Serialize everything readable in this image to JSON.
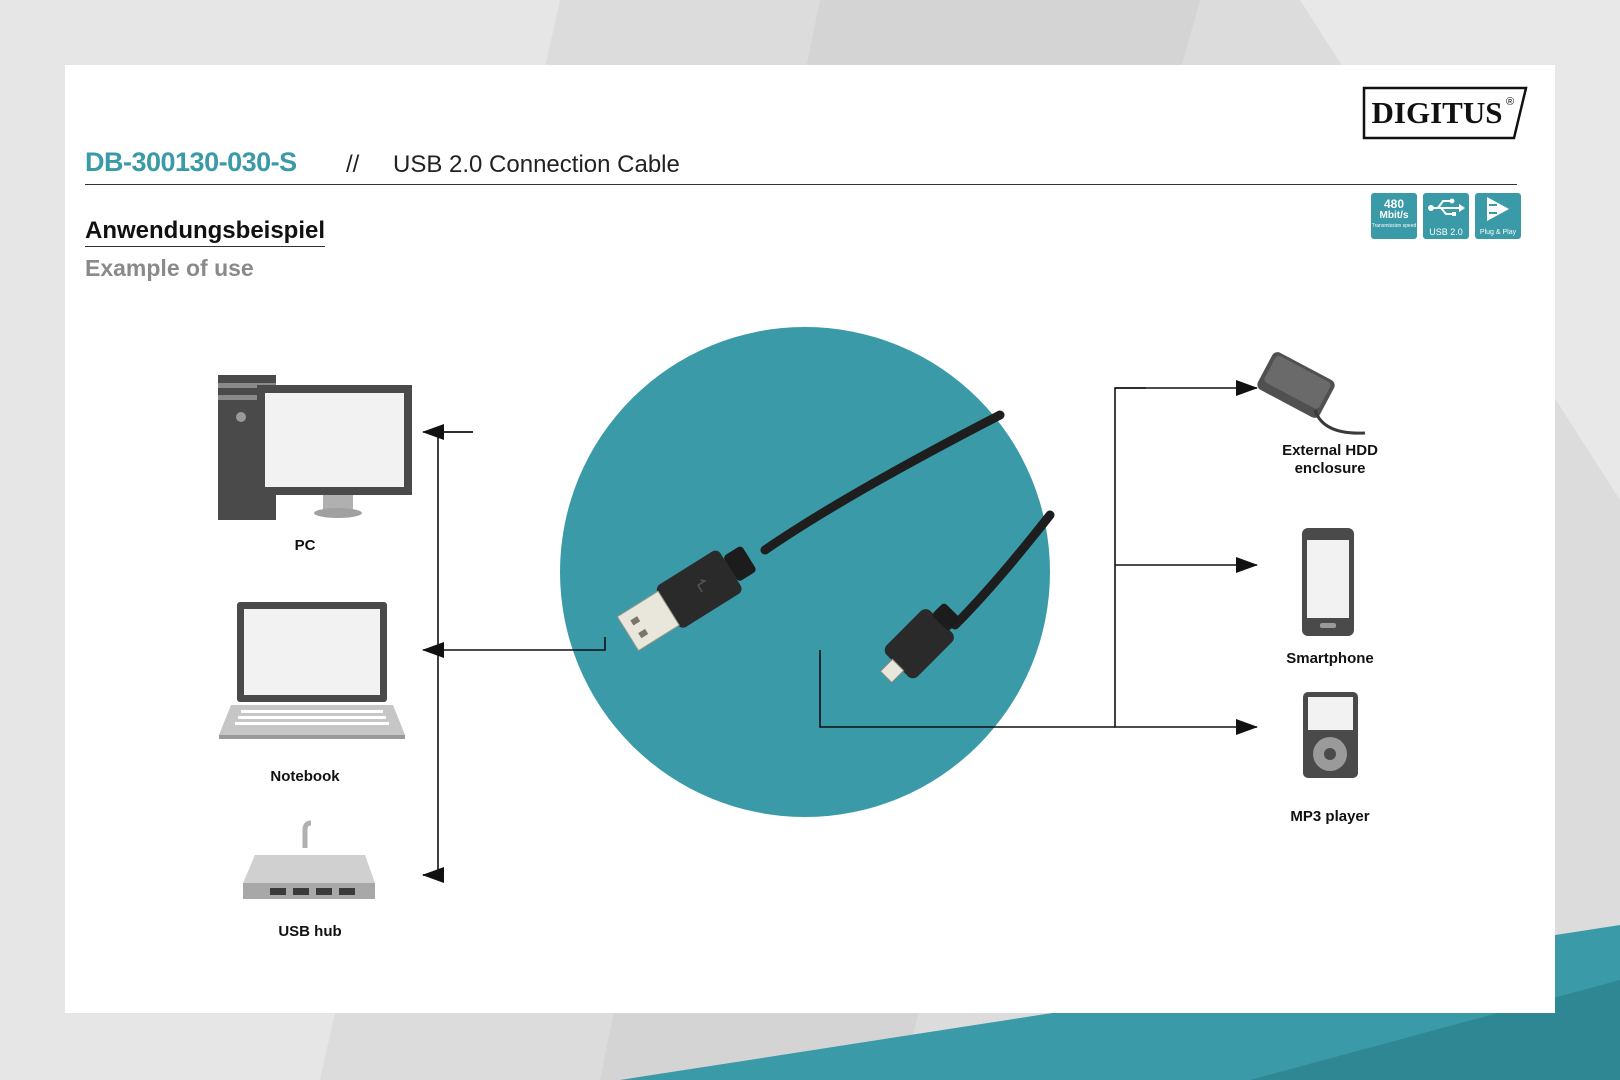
{
  "header": {
    "product_code": "DB-300130-030-S",
    "separator": "//",
    "product_title": "USB 2.0 Connection Cable",
    "section_title_de": "Anwendungsbeispiel",
    "section_title_en": "Example of use",
    "logo": {
      "text": "DIGITUS",
      "mark": "®"
    }
  },
  "badges": [
    {
      "line1": "480",
      "line2": "Mbit/s",
      "caption": "Transmission speed",
      "icon": "speed-icon"
    },
    {
      "caption": "USB 2.0",
      "icon": "usb-icon"
    },
    {
      "caption": "Plug & Play",
      "icon": "plug-and-play-icon"
    }
  ],
  "diagram": {
    "left_devices": [
      {
        "label": "PC",
        "icon": "desktop-pc-icon"
      },
      {
        "label": "Notebook",
        "icon": "laptop-icon"
      },
      {
        "label": "USB hub",
        "icon": "usb-hub-icon"
      }
    ],
    "right_devices": [
      {
        "label": "External HDD enclosure",
        "icon": "external-hdd-icon"
      },
      {
        "label": "Smartphone",
        "icon": "smartphone-icon"
      },
      {
        "label": "MP3 player",
        "icon": "mp3-player-icon"
      }
    ],
    "cable_icon": "usb-a-to-mini-usb-cable-icon"
  },
  "colors": {
    "accent": "#3a9aa7",
    "background": "#dedede",
    "text": "#111111",
    "subtle_text": "#8a8a8a"
  }
}
